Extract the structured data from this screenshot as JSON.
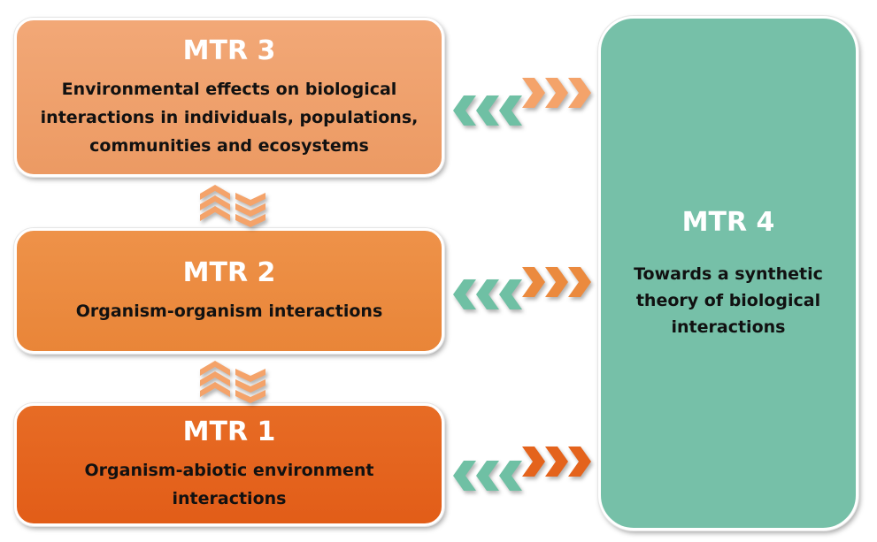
{
  "boxes": {
    "mtr3": {
      "title": "MTR 3",
      "lines": [
        "Environmental effects on biological",
        "interactions in individuals, populations,",
        "communities and ecosystems"
      ]
    },
    "mtr2": {
      "title": "MTR 2",
      "lines": [
        "Organism-organism interactions"
      ]
    },
    "mtr1": {
      "title": "MTR 1",
      "lines": [
        "Organism-abiotic environment",
        "interactions"
      ]
    },
    "mtr4": {
      "title": "MTR 4",
      "lines": [
        "Towards a synthetic",
        "theory of biological",
        "interactions"
      ]
    }
  },
  "colors": {
    "mtr3": "#ee9f69",
    "mtr2": "#eb8a3e",
    "mtr1": "#e4631c",
    "mtr4": "#76c0a8",
    "teal_arrow": "#6fc0a4",
    "light_orange_arrow": "#f4a36a"
  }
}
